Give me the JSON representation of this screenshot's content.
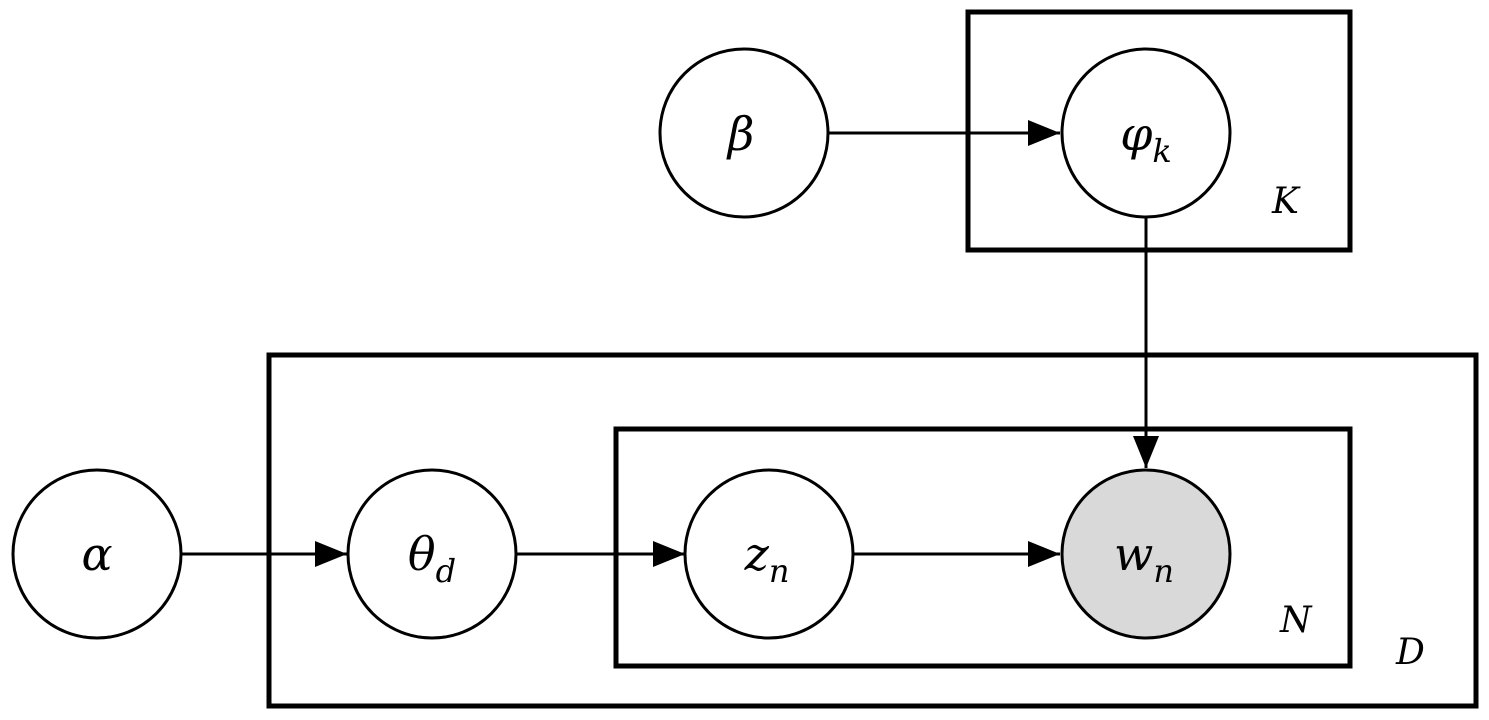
{
  "colors": {
    "stroke": "#000000",
    "node_fill": "#ffffff",
    "observed_fill": "#d9d9d9"
  },
  "nodes": {
    "beta": {
      "symbol": "β",
      "subscript": "",
      "observed": false
    },
    "phi": {
      "symbol": "φ",
      "subscript": "k",
      "observed": false
    },
    "alpha": {
      "symbol": "α",
      "subscript": "",
      "observed": false
    },
    "theta": {
      "symbol": "θ",
      "subscript": "d",
      "observed": false
    },
    "z": {
      "symbol": "z",
      "subscript": "n",
      "observed": false
    },
    "w": {
      "symbol": "w",
      "subscript": "n",
      "observed": true
    }
  },
  "plates": {
    "K": {
      "label": "K"
    },
    "D": {
      "label": "D"
    },
    "N": {
      "label": "N"
    }
  },
  "edges": [
    {
      "from": "beta",
      "to": "phi"
    },
    {
      "from": "phi",
      "to": "w"
    },
    {
      "from": "alpha",
      "to": "theta"
    },
    {
      "from": "theta",
      "to": "z"
    },
    {
      "from": "z",
      "to": "w"
    }
  ]
}
